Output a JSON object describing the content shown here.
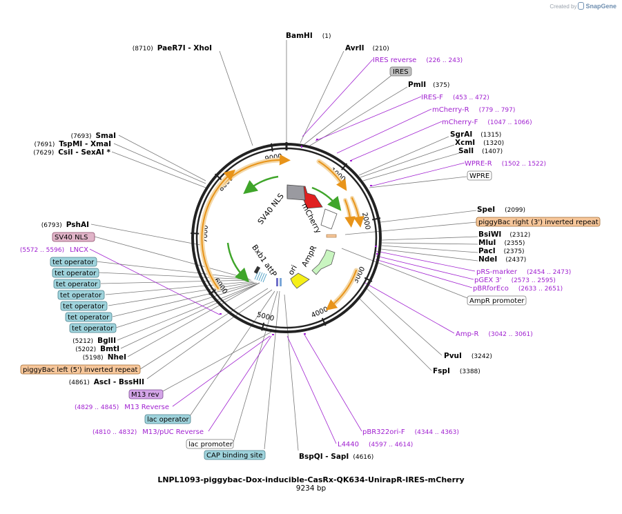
{
  "credit": {
    "prefix": "Created by",
    "brand": "SnapGene"
  },
  "title": "LNPL1093-piggybac-Dox-inducible-CasRx-QK634-UnirapR-IRES-mCherry",
  "length": "9234 bp",
  "ticks": [
    {
      "label": "1000",
      "bp": 1000
    },
    {
      "label": "2000",
      "bp": 2000
    },
    {
      "label": "3000",
      "bp": 3000
    },
    {
      "label": "4000",
      "bp": 4000
    },
    {
      "label": "5000",
      "bp": 5000
    },
    {
      "label": "6000",
      "bp": 6000
    },
    {
      "label": "7000",
      "bp": 7000
    },
    {
      "label": "8000",
      "bp": 8000
    },
    {
      "label": "9000",
      "bp": 9000
    }
  ],
  "inner_labels": {
    "sv40": "SV40 NLS",
    "mcherry": "mCherry",
    "bxb1": "Bxb1 attP",
    "ori": "ori",
    "ampr": "AmpR"
  },
  "sites": [
    {
      "type": "enzyme",
      "name": "BamHI",
      "pos": "(1)",
      "bp": 1
    },
    {
      "type": "enzyme",
      "name": "AvrII",
      "pos": "(210)",
      "bp": 210
    },
    {
      "type": "primer",
      "name": "IRES reverse",
      "pos": "(226 .. 243)",
      "bp": 234
    },
    {
      "type": "feature",
      "name": "IRES",
      "bp": 300,
      "color": "#c0c0c0"
    },
    {
      "type": "enzyme",
      "name": "PmlI",
      "pos": "(375)",
      "bp": 375
    },
    {
      "type": "primer",
      "name": "IRES-F",
      "pos": "(453 .. 472)",
      "bp": 462
    },
    {
      "type": "primer",
      "name": "mCherry-R",
      "pos": "(779 .. 797)",
      "bp": 788
    },
    {
      "type": "primer",
      "name": "mCherry-F",
      "pos": "(1047 .. 1066)",
      "bp": 1056
    },
    {
      "type": "enzyme",
      "name": "SgrAI",
      "pos": "(1315)",
      "bp": 1315
    },
    {
      "type": "enzyme",
      "name": "XcmI",
      "pos": "(1320)",
      "bp": 1320
    },
    {
      "type": "enzyme",
      "name": "SalI",
      "pos": "(1407)",
      "bp": 1407
    },
    {
      "type": "primer",
      "name": "WPRE-R",
      "pos": "(1502 .. 1522)",
      "bp": 1512
    },
    {
      "type": "feature",
      "name": "WPRE",
      "bp": 1600,
      "color": "#ffffff"
    },
    {
      "type": "enzyme",
      "name": "SpeI",
      "pos": "(2099)",
      "bp": 2099
    },
    {
      "type": "feature",
      "name": "piggyBac right (3') inverted repeat",
      "bp": 2180,
      "color": "#f7c79b"
    },
    {
      "type": "enzyme",
      "name": "BsiWI",
      "pos": "(2312)",
      "bp": 2312
    },
    {
      "type": "enzyme",
      "name": "MluI",
      "pos": "(2355)",
      "bp": 2355
    },
    {
      "type": "enzyme",
      "name": "PacI",
      "pos": "(2375)",
      "bp": 2375
    },
    {
      "type": "enzyme",
      "name": "NdeI",
      "pos": "(2437)",
      "bp": 2437
    },
    {
      "type": "primer",
      "name": "pRS-marker",
      "pos": "(2454 .. 2473)",
      "bp": 2463
    },
    {
      "type": "primer",
      "name": "pGEX 3'",
      "pos": "(2573 .. 2595)",
      "bp": 2584
    },
    {
      "type": "primer",
      "name": "pBRforEco",
      "pos": "(2633 .. 2651)",
      "bp": 2642
    },
    {
      "type": "feature",
      "name": "AmpR promoter",
      "bp": 2720,
      "color": "#ffffff"
    },
    {
      "type": "primer",
      "name": "Amp-R",
      "pos": "(3042 .. 3061)",
      "bp": 3051
    },
    {
      "type": "enzyme",
      "name": "PvuI",
      "pos": "(3242)",
      "bp": 3242
    },
    {
      "type": "enzyme",
      "name": "FspI",
      "pos": "(3388)",
      "bp": 3388
    },
    {
      "type": "primer",
      "name": "pBR322ori-F",
      "pos": "(4344 .. 4363)",
      "bp": 4353
    },
    {
      "type": "primer",
      "name": "L4440",
      "pos": "(4597 .. 4614)",
      "bp": 4605
    },
    {
      "type": "enzyme",
      "name": "BspQI - SapI",
      "pos": "(4616)",
      "bp": 4616
    },
    {
      "type": "feature",
      "name": "CAP binding site",
      "bp": 4700,
      "color": "#9fd3dc"
    },
    {
      "type": "feature",
      "name": "lac promoter",
      "bp": 4750,
      "color": "#ffffff"
    },
    {
      "type": "primer",
      "name": "M13/pUC Reverse",
      "pos": "(4810 .. 4832)",
      "bp": 4821
    },
    {
      "type": "feature",
      "name": "lac operator",
      "bp": 4800,
      "color": "#9fd3dc"
    },
    {
      "type": "primer",
      "name": "M13 Reverse",
      "pos": "(4829 .. 4845)",
      "bp": 4837
    },
    {
      "type": "feature",
      "name": "M13 rev",
      "bp": 4845,
      "color": "#d4a5e8"
    },
    {
      "type": "enzyme",
      "name": "AscI - BssHII",
      "pos": "(4861)",
      "bp": 4861
    },
    {
      "type": "feature",
      "name": "piggyBac left (5') inverted repeat",
      "bp": 5000,
      "color": "#f7c79b"
    },
    {
      "type": "enzyme",
      "name": "NheI",
      "pos": "(5198)",
      "bp": 5198
    },
    {
      "type": "enzyme",
      "name": "BmtI",
      "pos": "(5202)",
      "bp": 5202
    },
    {
      "type": "enzyme",
      "name": "BglII",
      "pos": "(5212)",
      "bp": 5212
    },
    {
      "type": "feature",
      "name": "tet operator",
      "bp": 5300,
      "color": "#9fd3dc"
    },
    {
      "type": "feature",
      "name": "tet operator",
      "bp": 5340,
      "color": "#9fd3dc"
    },
    {
      "type": "feature",
      "name": "tet operator",
      "bp": 5380,
      "color": "#9fd3dc"
    },
    {
      "type": "feature",
      "name": "tet operator",
      "bp": 5420,
      "color": "#9fd3dc"
    },
    {
      "type": "feature",
      "name": "tet operator",
      "bp": 5460,
      "color": "#9fd3dc"
    },
    {
      "type": "feature",
      "name": "tet operator",
      "bp": 5500,
      "color": "#9fd3dc"
    },
    {
      "type": "feature",
      "name": "tet operator",
      "bp": 5540,
      "color": "#9fd3dc"
    },
    {
      "type": "primer",
      "name": "LNCX",
      "pos": "(5572 .. 5596)",
      "bp": 5584
    },
    {
      "type": "feature",
      "name": "SV40 NLS",
      "bp": 6300,
      "color": "#e0b4c8"
    },
    {
      "type": "enzyme",
      "name": "PshAI",
      "pos": "(6793)",
      "bp": 6793
    },
    {
      "type": "enzyme",
      "name": "CsiI - SexAI *",
      "pos": "(7629)",
      "bp": 7629
    },
    {
      "type": "enzyme",
      "name": "TspMI - XmaI",
      "pos": "(7691)",
      "bp": 7691
    },
    {
      "type": "enzyme",
      "name": "SmaI",
      "pos": "(7693)",
      "bp": 7693
    },
    {
      "type": "enzyme",
      "name": "PaeR7I - XhoI",
      "pos": "(8710)",
      "bp": 8710
    }
  ]
}
